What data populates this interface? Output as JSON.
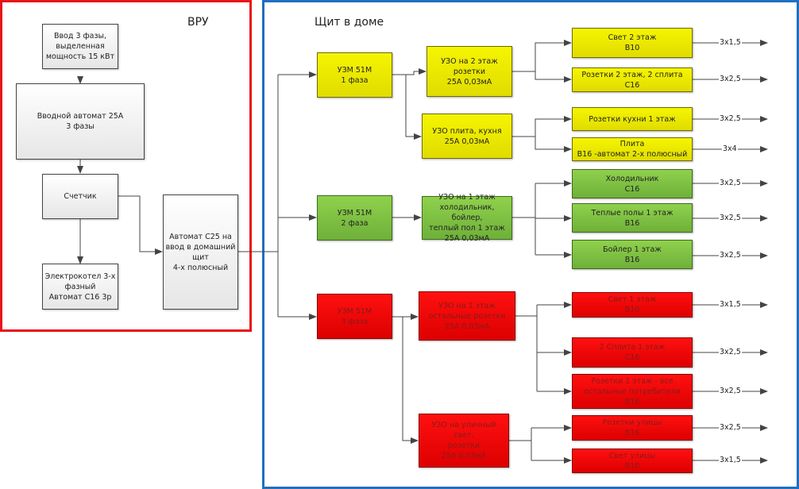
{
  "sections": {
    "vru": {
      "title": "ВРУ",
      "frame_color": "#e8121a"
    },
    "home": {
      "title": "Щит в доме",
      "frame_color": "#1f6fbf"
    }
  },
  "colors": {
    "phase1": "#f0f000",
    "phase2": "#7cc142",
    "phase3": "#ee0000",
    "vru_box": "#eeeeee"
  },
  "vru_boxes": {
    "input": "Ввод 3 фазы,\nвыделенная\nмощность 15 кВт",
    "main_breaker": "Вводной автомат 25А\n3 фазы",
    "meter": "Счетчик",
    "boiler": "Электрокотел 3-х\nфазный\nАвтомат С16 3р",
    "house_breaker": "Автомат С25 на\nввод в домашний\nщит\n4-х полюсный"
  },
  "phases": [
    {
      "uzm": "УЗМ 51М\n1 фаза",
      "rcds": [
        {
          "label": "УЗО на 2 этаж\nрозетки\n25А 0,03мА",
          "circuits": [
            {
              "label": "Свет 2 этаж\nB10",
              "cable": "3x1,5"
            },
            {
              "label": "Розетки 2 этаж, 2 сплита\nC16",
              "cable": "3x2,5"
            }
          ]
        },
        {
          "label": "УЗО плита, кухня\n25А 0,03мА",
          "circuits": [
            {
              "label": "Розетки кухни 1 этаж",
              "cable": "3x2,5"
            },
            {
              "label": "Плита\nB16 -автомат 2-х полюсный",
              "cable": "3x4"
            }
          ]
        }
      ]
    },
    {
      "uzm": "УЗМ 51М\n2 фаза",
      "rcds": [
        {
          "label": "УЗО на 1 этаж\nхолодильник, бойлер,\nтеплый пол 1 этаж\n25А 0,03мА",
          "circuits": [
            {
              "label": "Холодильник\nC16",
              "cable": "3x2,5"
            },
            {
              "label": "Теплые полы 1 этаж\nB16",
              "cable": "3x2,5"
            },
            {
              "label": "Бойлер 1 этаж\nB16",
              "cable": "3x2,5"
            }
          ]
        }
      ]
    },
    {
      "uzm": "УЗМ 51М\n3 фаза",
      "rcds": [
        {
          "label": "УЗО на 1 этаж\nостальные розетки\n25А 0,03мА",
          "circuits": [
            {
              "label": "Свет 1 этаж\nB10",
              "cable": "3x1,5"
            },
            {
              "label": "2 Сплита 1 этаж\nC16",
              "cable": "3x2,5"
            },
            {
              "label": "Розетки 1 этаж - все\nостальные потребители\nB16",
              "cable": "3x2,5"
            }
          ]
        },
        {
          "label": "УЗО на уличный свет,\nрозетки\n25А 0,03мА",
          "circuits": [
            {
              "label": "Розетки улицы\nB16",
              "cable": "3x2,5"
            },
            {
              "label": "Свет улицы\nB10",
              "cable": "3x1,5"
            }
          ]
        }
      ]
    }
  ]
}
